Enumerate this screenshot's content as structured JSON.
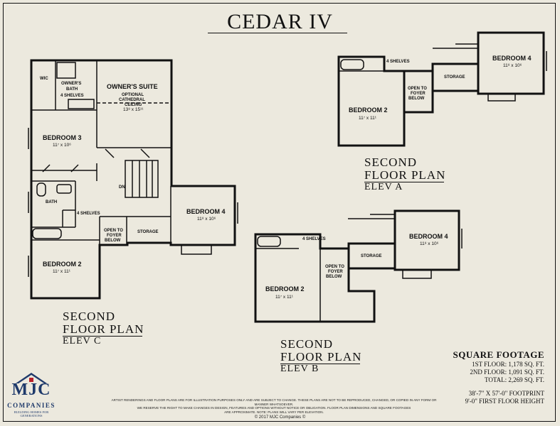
{
  "title": "CEDAR IV",
  "plans": {
    "elev_c": {
      "line1": "SECOND",
      "line2": "FLOOR PLAN",
      "line3": "ELEV C",
      "rooms": {
        "wic": "WIC",
        "owners_bath_1": "OWNER'S",
        "owners_bath_2": "BATH",
        "owners_shelves": "4 SHELVES",
        "owners_suite": "OWNER'S SUITE",
        "optional_1": "OPTIONAL",
        "optional_2": "CATHEDRAL",
        "optional_3": "CEILING",
        "owners_dim": "13⁸ x 15¹¹",
        "bedroom3": "BEDROOM 3",
        "bedroom3_dim": "11⁷ x 10⁶",
        "dn": "DN",
        "bath": "BATH",
        "shelves": "4 SHELVES",
        "bedroom4": "BEDROOM 4",
        "bedroom4_dim": "11⁸ x 10⁶",
        "open_1": "OPEN TO",
        "open_2": "FOYER",
        "open_3": "BELOW",
        "storage": "STORAGE",
        "bedroom2": "BEDROOM 2",
        "bedroom2_dim": "11⁷ x 11¹"
      }
    },
    "elev_a": {
      "line1": "SECOND",
      "line2": "FLOOR PLAN",
      "line3": "ELEV A",
      "rooms": {
        "shelves": "4 SHELVES",
        "bedroom4": "BEDROOM 4",
        "bedroom4_dim": "11⁸ x 10⁶",
        "storage": "STORAGE",
        "open_1": "OPEN TO",
        "open_2": "FOYER",
        "open_3": "BELOW",
        "bedroom2": "BEDROOM 2",
        "bedroom2_dim": "11⁷ x 11¹"
      }
    },
    "elev_b": {
      "line1": "SECOND",
      "line2": "FLOOR PLAN",
      "line3": "ELEV B",
      "rooms": {
        "shelves": "4 SHELVES",
        "storage": "STORAGE",
        "bedroom4": "BEDROOM 4",
        "bedroom4_dim": "11⁸ x 10⁶",
        "open_1": "OPEN TO",
        "open_2": "FOYER",
        "open_3": "BELOW",
        "bedroom2": "BEDROOM 2",
        "bedroom2_dim": "11⁷ x 11¹"
      }
    }
  },
  "square_footage": {
    "heading": "SQUARE FOOTAGE",
    "first_floor": "1ST FLOOR: 1,178 SQ. FT.",
    "second_floor": "2ND FLOOR: 1,091 SQ. FT.",
    "total": "TOTAL: 2,269 SQ. FT."
  },
  "footprint": {
    "line1": "38'-7\" X 57'-0\" FOOTPRINT",
    "line2": "9'-0\" FIRST FLOOR HEIGHT"
  },
  "disclaimer": {
    "line1": "ARTIST RENDERINGS AND FLOOR PLANS ARE FOR ILLUSTRATION PURPOSES ONLY AND ARE SUBJECT TO CHANGE. THESE PLANS ARE NOT TO BE REPRODUCED, CHANGED, OR COPIED IN ANY FORM OR MANNER WHATSOEVER.",
    "line2": "WE RESERVE THE RIGHT TO MAKE CHANGES IN DESIGN, FEATURES AND OPTIONS WITHOUT NOTICE OR OBLIGATION. FLOOR PLAN DIMENSIONS AND SQUARE FOOTAGES",
    "line3": "ARE APPROXIMATE. NOTE: PLANS WILL VARY PER ELEVATION."
  },
  "copyright": "© 2017 MJC Companies ©",
  "logo": {
    "mark": "MJC",
    "name": "COMPANIES",
    "tagline": "BUILDING HOMES FOR GENERATIONS"
  },
  "colors": {
    "background": "#ece9de",
    "ink": "#111111",
    "logo_blue": "#1f3a6b",
    "logo_red": "#b8202a"
  }
}
